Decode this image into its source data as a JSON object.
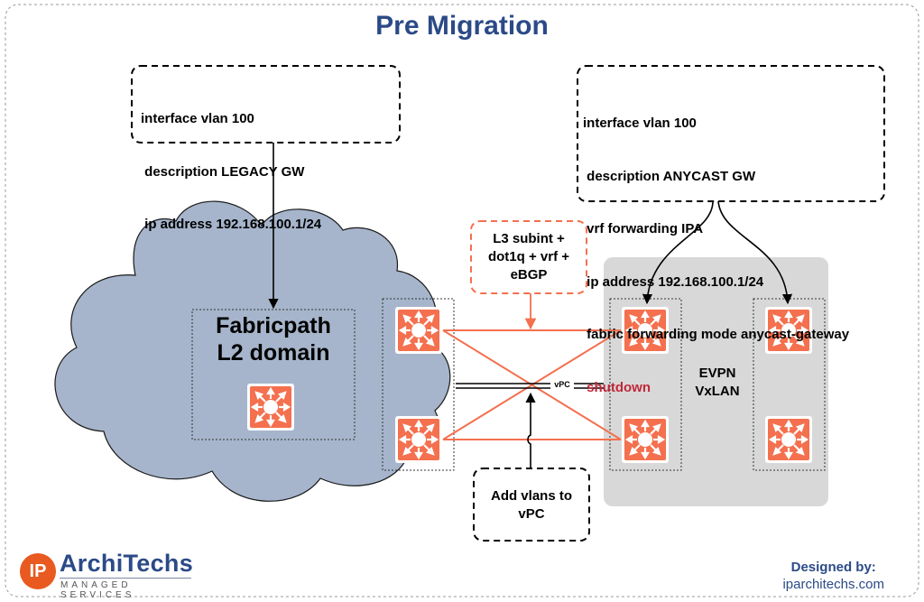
{
  "title": "Pre Migration",
  "legacy_config": {
    "lines": [
      "interface vlan 100",
      " description LEGACY GW",
      " ip address 192.168.100.1/24"
    ]
  },
  "anycast_config": {
    "lines": [
      "interface vlan 100",
      " description ANYCAST GW",
      " vrf forwarding IPA",
      " ip address 192.168.100.1/24",
      " fabric forwarding mode anycast-gateway"
    ],
    "highlight_line": " shutdown"
  },
  "fabricpath": {
    "line1": "Fabricpath",
    "line2": "L2 domain"
  },
  "evpn": {
    "line1": "EVPN",
    "line2": "VxLAN"
  },
  "l3_note": {
    "line1": "L3 subint +",
    "line2": "dot1q + vrf +",
    "line3": "eBGP"
  },
  "vpc_note": {
    "line1": "Add vlans to",
    "line2": "vPC"
  },
  "vpc_label": "vPC",
  "brand": {
    "ip": "IP",
    "name": "ArchiTechs",
    "sub": "MANAGED SERVICES"
  },
  "designer": {
    "label": "Designed by:",
    "site": "iparchitechs.com"
  },
  "colors": {
    "accent": "#f4704e",
    "title": "#2b4a87",
    "cloud": "#a6b5cb",
    "evpn_bg": "#d8d8d8",
    "highlight": "#c0283a"
  },
  "icons": {
    "switch": "router-switch-icon"
  }
}
